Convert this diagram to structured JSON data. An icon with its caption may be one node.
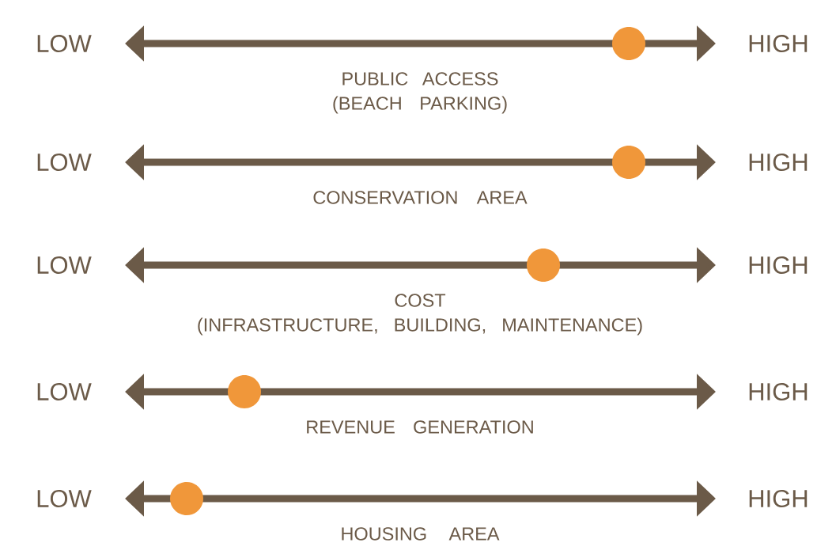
{
  "diagram": {
    "nodes": [
      {
        "text": [
          "LOW"
        ]
      },
      {
        "text": [
          "HIGH"
        ]
      },
      {
        "text": [
          "LOW"
        ]
      },
      {
        "text": [
          "HIGH"
        ]
      },
      {
        "text": [
          "LOW"
        ]
      },
      {
        "text": [
          "HIGH"
        ]
      },
      {
        "text": [
          "LOW"
        ]
      },
      {
        "text": [
          "HIGH"
        ]
      },
      {
        "text": [
          "LOW"
        ]
      },
      {
        "text": [
          "HIGH"
        ]
      }
    ],
    "edges": [
      {
        "from": 0,
        "to": 1,
        "arrow": "both",
        "label": "PUBLIC ACCESS (BEACH PARKING)"
      },
      {
        "from": 2,
        "to": 3,
        "arrow": "both",
        "label": "CONSERVATION AREA"
      },
      {
        "from": 4,
        "to": 5,
        "arrow": "both",
        "label": "COST (INFRASTRUCTURE, BUILDING, MAINTENANCE)"
      },
      {
        "from": 6,
        "to": 7,
        "arrow": "both",
        "label": "REVENUE GENERATION"
      },
      {
        "from": 8,
        "to": 9,
        "arrow": "both",
        "label": "HOUSING AREA"
      }
    ]
  }
}
